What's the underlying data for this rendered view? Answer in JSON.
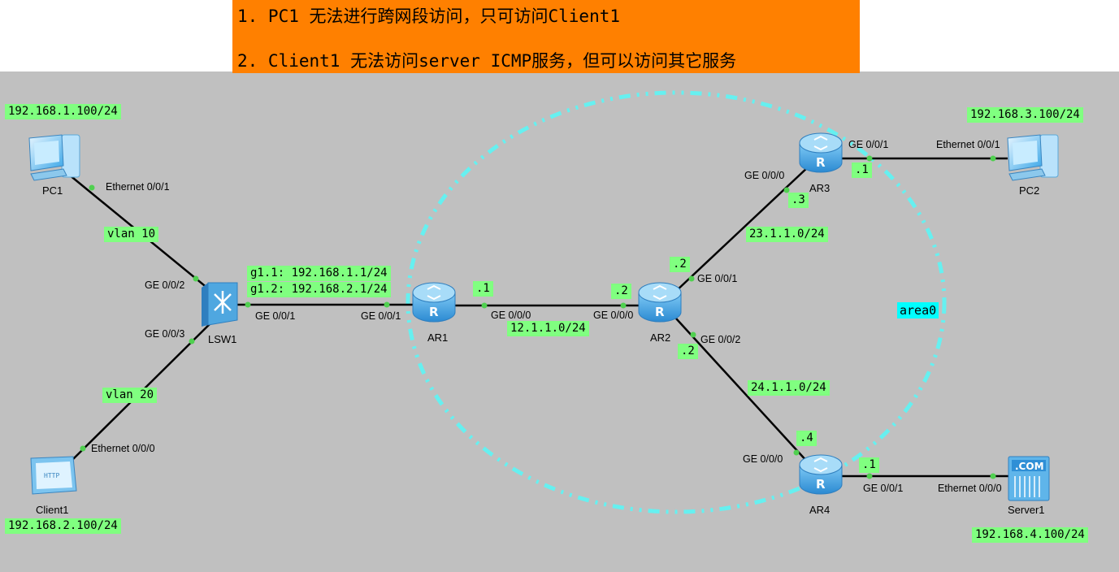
{
  "banner": {
    "line1": "1. PC1 无法进行跨网段访问，只可访问Client1",
    "line2": "2. Client1 无法访问server ICMP服务，但可以访问其它服务"
  },
  "devices": {
    "pc1": "PC1",
    "pc2": "PC2",
    "client1": "Client1",
    "server1": "Server1",
    "lsw1": "LSW1",
    "ar1": "AR1",
    "ar2": "AR2",
    "ar3": "AR3",
    "ar4": "AR4",
    "client_logo": "HTTP",
    "server_logo": ".COM"
  },
  "addresses": {
    "pc1_ip": "192.168.1.100/24",
    "client1_ip": "192.168.2.100/24",
    "pc2_ip": "192.168.3.100/24",
    "server1_ip": "192.168.4.100/24",
    "vlan10": "vlan 10",
    "vlan20": "vlan 20",
    "subif1": "g1.1: 192.168.1.1/24",
    "subif2": "g1.2: 192.168.2.1/24",
    "net12": "12.1.1.0/24",
    "net23": "23.1.1.0/24",
    "net24": "24.1.1.0/24",
    "ar1_host": ".1",
    "ar2_left_host": ".2",
    "ar2_up_host": ".2",
    "ar2_down_host": ".2",
    "ar3_host": ".3",
    "ar3_right_host": ".1",
    "ar4_host": ".4",
    "ar4_right_host": ".1",
    "area": "area0"
  },
  "ports": {
    "pc1_eth": "Ethernet 0/0/1",
    "lsw_ge002": "GE 0/0/2",
    "lsw_ge003": "GE 0/0/3",
    "client_eth": "Ethernet 0/0/0",
    "lsw_ge001": "GE 0/0/1",
    "ar1_ge001": "GE 0/0/1",
    "ar1_ge000": "GE 0/0/0",
    "ar2_ge000": "GE 0/0/0",
    "ar2_ge001": "GE 0/0/1",
    "ar2_ge002": "GE 0/0/2",
    "ar3_ge000": "GE 0/0/0",
    "ar3_ge001": "GE 0/0/1",
    "pc2_eth": "Ethernet 0/0/1",
    "ar4_ge000": "GE 0/0/0",
    "ar4_ge001": "GE 0/0/1",
    "server_eth": "Ethernet 0/0/0"
  },
  "colors": {
    "banner": "#ff8000",
    "canvas": "#c0c0c0",
    "label_bg": "#80ff80",
    "area_ring": "#66f0f0",
    "area_label": "#00ffff",
    "link": "#000000",
    "port_dot": "#50d050"
  }
}
